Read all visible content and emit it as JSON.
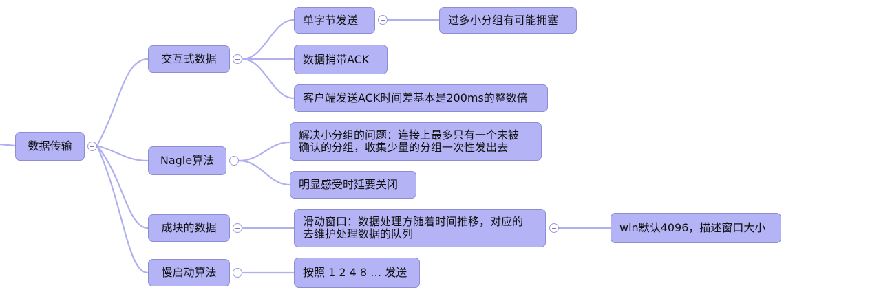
{
  "mindmap": {
    "root": "数据传输",
    "branches": {
      "interactive": {
        "label": "交互式数据",
        "children": {
          "single_byte": "单字节发送",
          "single_byte_note": "过多小分组有可能拥塞",
          "piggyback": "数据捎带ACK",
          "client_ack": "客户端发送ACK时间差基本是200ms的整数倍"
        }
      },
      "nagle": {
        "label": "Nagle算法",
        "children": {
          "solve_line1": "解决小分组的问题：连接上最多只有一个未被",
          "solve_line2": "确认的分组，收集少量的分组一次性发出去",
          "delay": "明显感受时延要关闭"
        }
      },
      "bulk": {
        "label": "成块的数据",
        "children": {
          "window_line1": "滑动窗口：数据处理方随着时间推移，对应的",
          "window_line2": "去维护处理数据的队列",
          "window_note": "win默认4096，描述窗口大小"
        }
      },
      "slow_start": {
        "label": "慢启动算法",
        "children": {
          "sequence": "按照 1 2 4 8 … 发送"
        }
      }
    }
  }
}
